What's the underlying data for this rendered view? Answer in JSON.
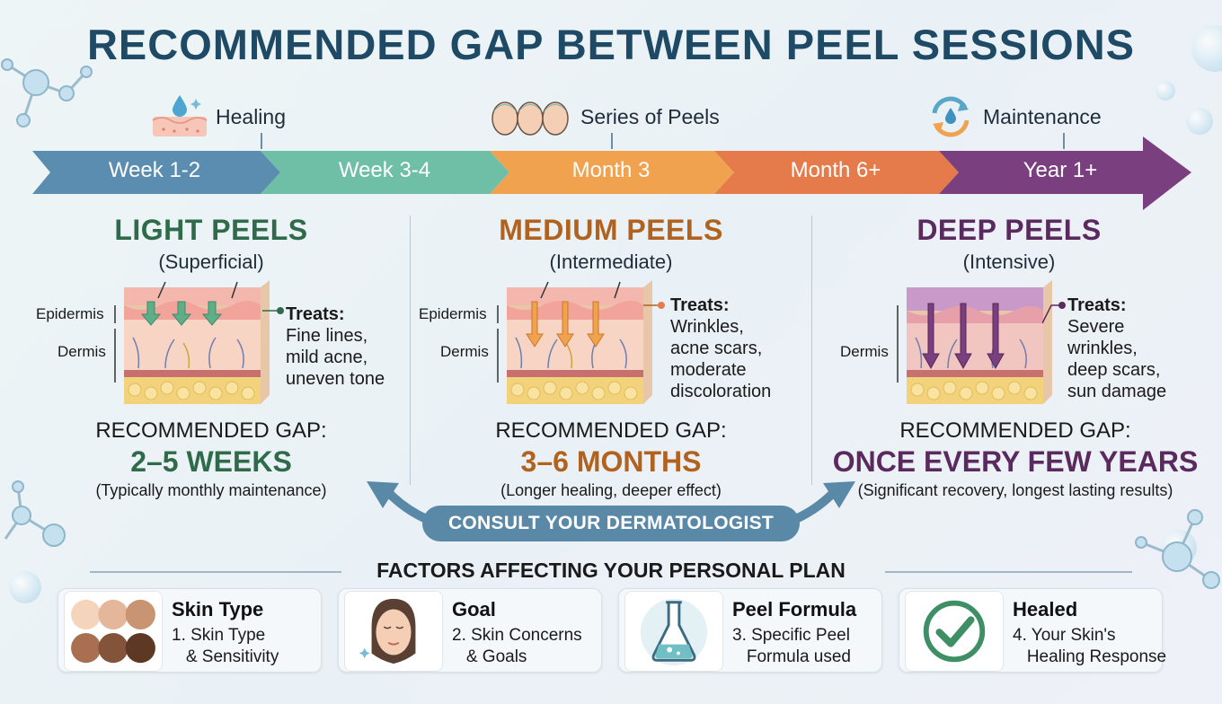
{
  "title": "RECOMMENDED GAP BETWEEN PEEL SESSIONS",
  "phases": [
    {
      "label": "Healing",
      "icon": "healing-skin-icon"
    },
    {
      "label": "Series of Peels",
      "icon": "faces-icon"
    },
    {
      "label": "Maintenance",
      "icon": "cycle-drop-icon"
    }
  ],
  "timeline": [
    {
      "label": "Week 1-2",
      "color": "#5a8db0"
    },
    {
      "label": "Week 3-4",
      "color": "#6fbfa6"
    },
    {
      "label": "Month 3",
      "color": "#f0a24f"
    },
    {
      "label": "Month 6+",
      "color": "#e57b4a"
    },
    {
      "label": "Year 1+",
      "color": "#7a3f7e"
    }
  ],
  "columns": [
    {
      "title": "LIGHT PEELS",
      "subtitle": "(Superficial)",
      "color": "#2f6b4a",
      "layers": [
        "Epidermis",
        "Dermis"
      ],
      "treats_label": "Treats:",
      "treats": "Fine lines,\nmild acne,\nuneven tone",
      "rec_label": "RECOMMENDED GAP:",
      "rec_value": "2–5 WEEKS",
      "rec_note": "(Typically monthly maintenance)"
    },
    {
      "title": "MEDIUM PEELS",
      "subtitle": "(Intermediate)",
      "color": "#b0621e",
      "layers": [
        "Epidermis",
        "Dermis"
      ],
      "treats_label": "Treats:",
      "treats": "Wrinkles,\nacne scars,\nmoderate\ndiscoloration",
      "rec_label": "RECOMMENDED GAP:",
      "rec_value": "3–6 MONTHS",
      "rec_note": "(Longer healing, deeper effect)"
    },
    {
      "title": "DEEP PEELS",
      "subtitle": "(Intensive)",
      "color": "#5a2a5e",
      "layers": [
        "Dermis"
      ],
      "treats_label": "Treats:",
      "treats": "Severe\nwrinkles,\ndeep scars,\nsun damage",
      "rec_label": "RECOMMENDED GAP:",
      "rec_value": "ONCE EVERY FEW YEARS",
      "rec_note": "(Significant recovery, longest lasting results)"
    }
  ],
  "consult": "CONSULT YOUR DERMATOLOGIST",
  "factors_heading": "FACTORS AFFECTING YOUR PERSONAL PLAN",
  "factors": [
    {
      "title": "Skin Type",
      "desc": "1. Skin Type\n   & Sensitivity",
      "icon": "skin-tone-swatches-icon"
    },
    {
      "title": "Goal",
      "desc": "2. Skin Concerns\n   & Goals",
      "icon": "face-icon"
    },
    {
      "title": "Peel Formula",
      "desc": "3. Specific Peel\n   Formula used",
      "icon": "flask-icon"
    },
    {
      "title": "Healed",
      "desc": "4. Your Skin's\n   Healing Response",
      "icon": "checkmark-icon"
    }
  ]
}
